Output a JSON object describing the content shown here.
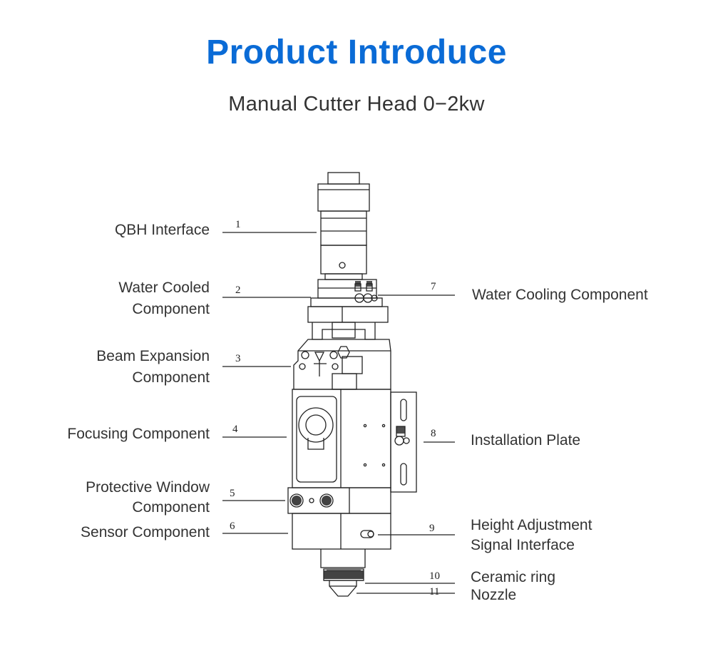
{
  "title": "Product Introduce",
  "subtitle": "Manual Cutter Head 0−2kw",
  "colors": {
    "title": "#0a6bd6",
    "text": "#333333",
    "line": "#222222"
  },
  "callouts": [
    {
      "number": "1",
      "lines": [
        "QBH Interface"
      ]
    },
    {
      "number": "2",
      "lines": [
        "Water Cooled",
        "Component"
      ]
    },
    {
      "number": "3",
      "lines": [
        "Beam Expansion",
        "Component"
      ]
    },
    {
      "number": "4",
      "lines": [
        "Focusing Component"
      ]
    },
    {
      "number": "5",
      "lines": [
        "Protective Window",
        "Component"
      ]
    },
    {
      "number": "6",
      "lines": [
        "Sensor Component"
      ]
    },
    {
      "number": "7",
      "lines": [
        "Water Cooling Component"
      ]
    },
    {
      "number": "8",
      "lines": [
        "Installation Plate"
      ]
    },
    {
      "number": "9",
      "lines": [
        "Height Adjustment",
        "Signal Interface"
      ]
    },
    {
      "number": "10",
      "lines": [
        "Ceramic ring"
      ]
    },
    {
      "number": "11",
      "lines": [
        "Nozzle"
      ]
    }
  ]
}
